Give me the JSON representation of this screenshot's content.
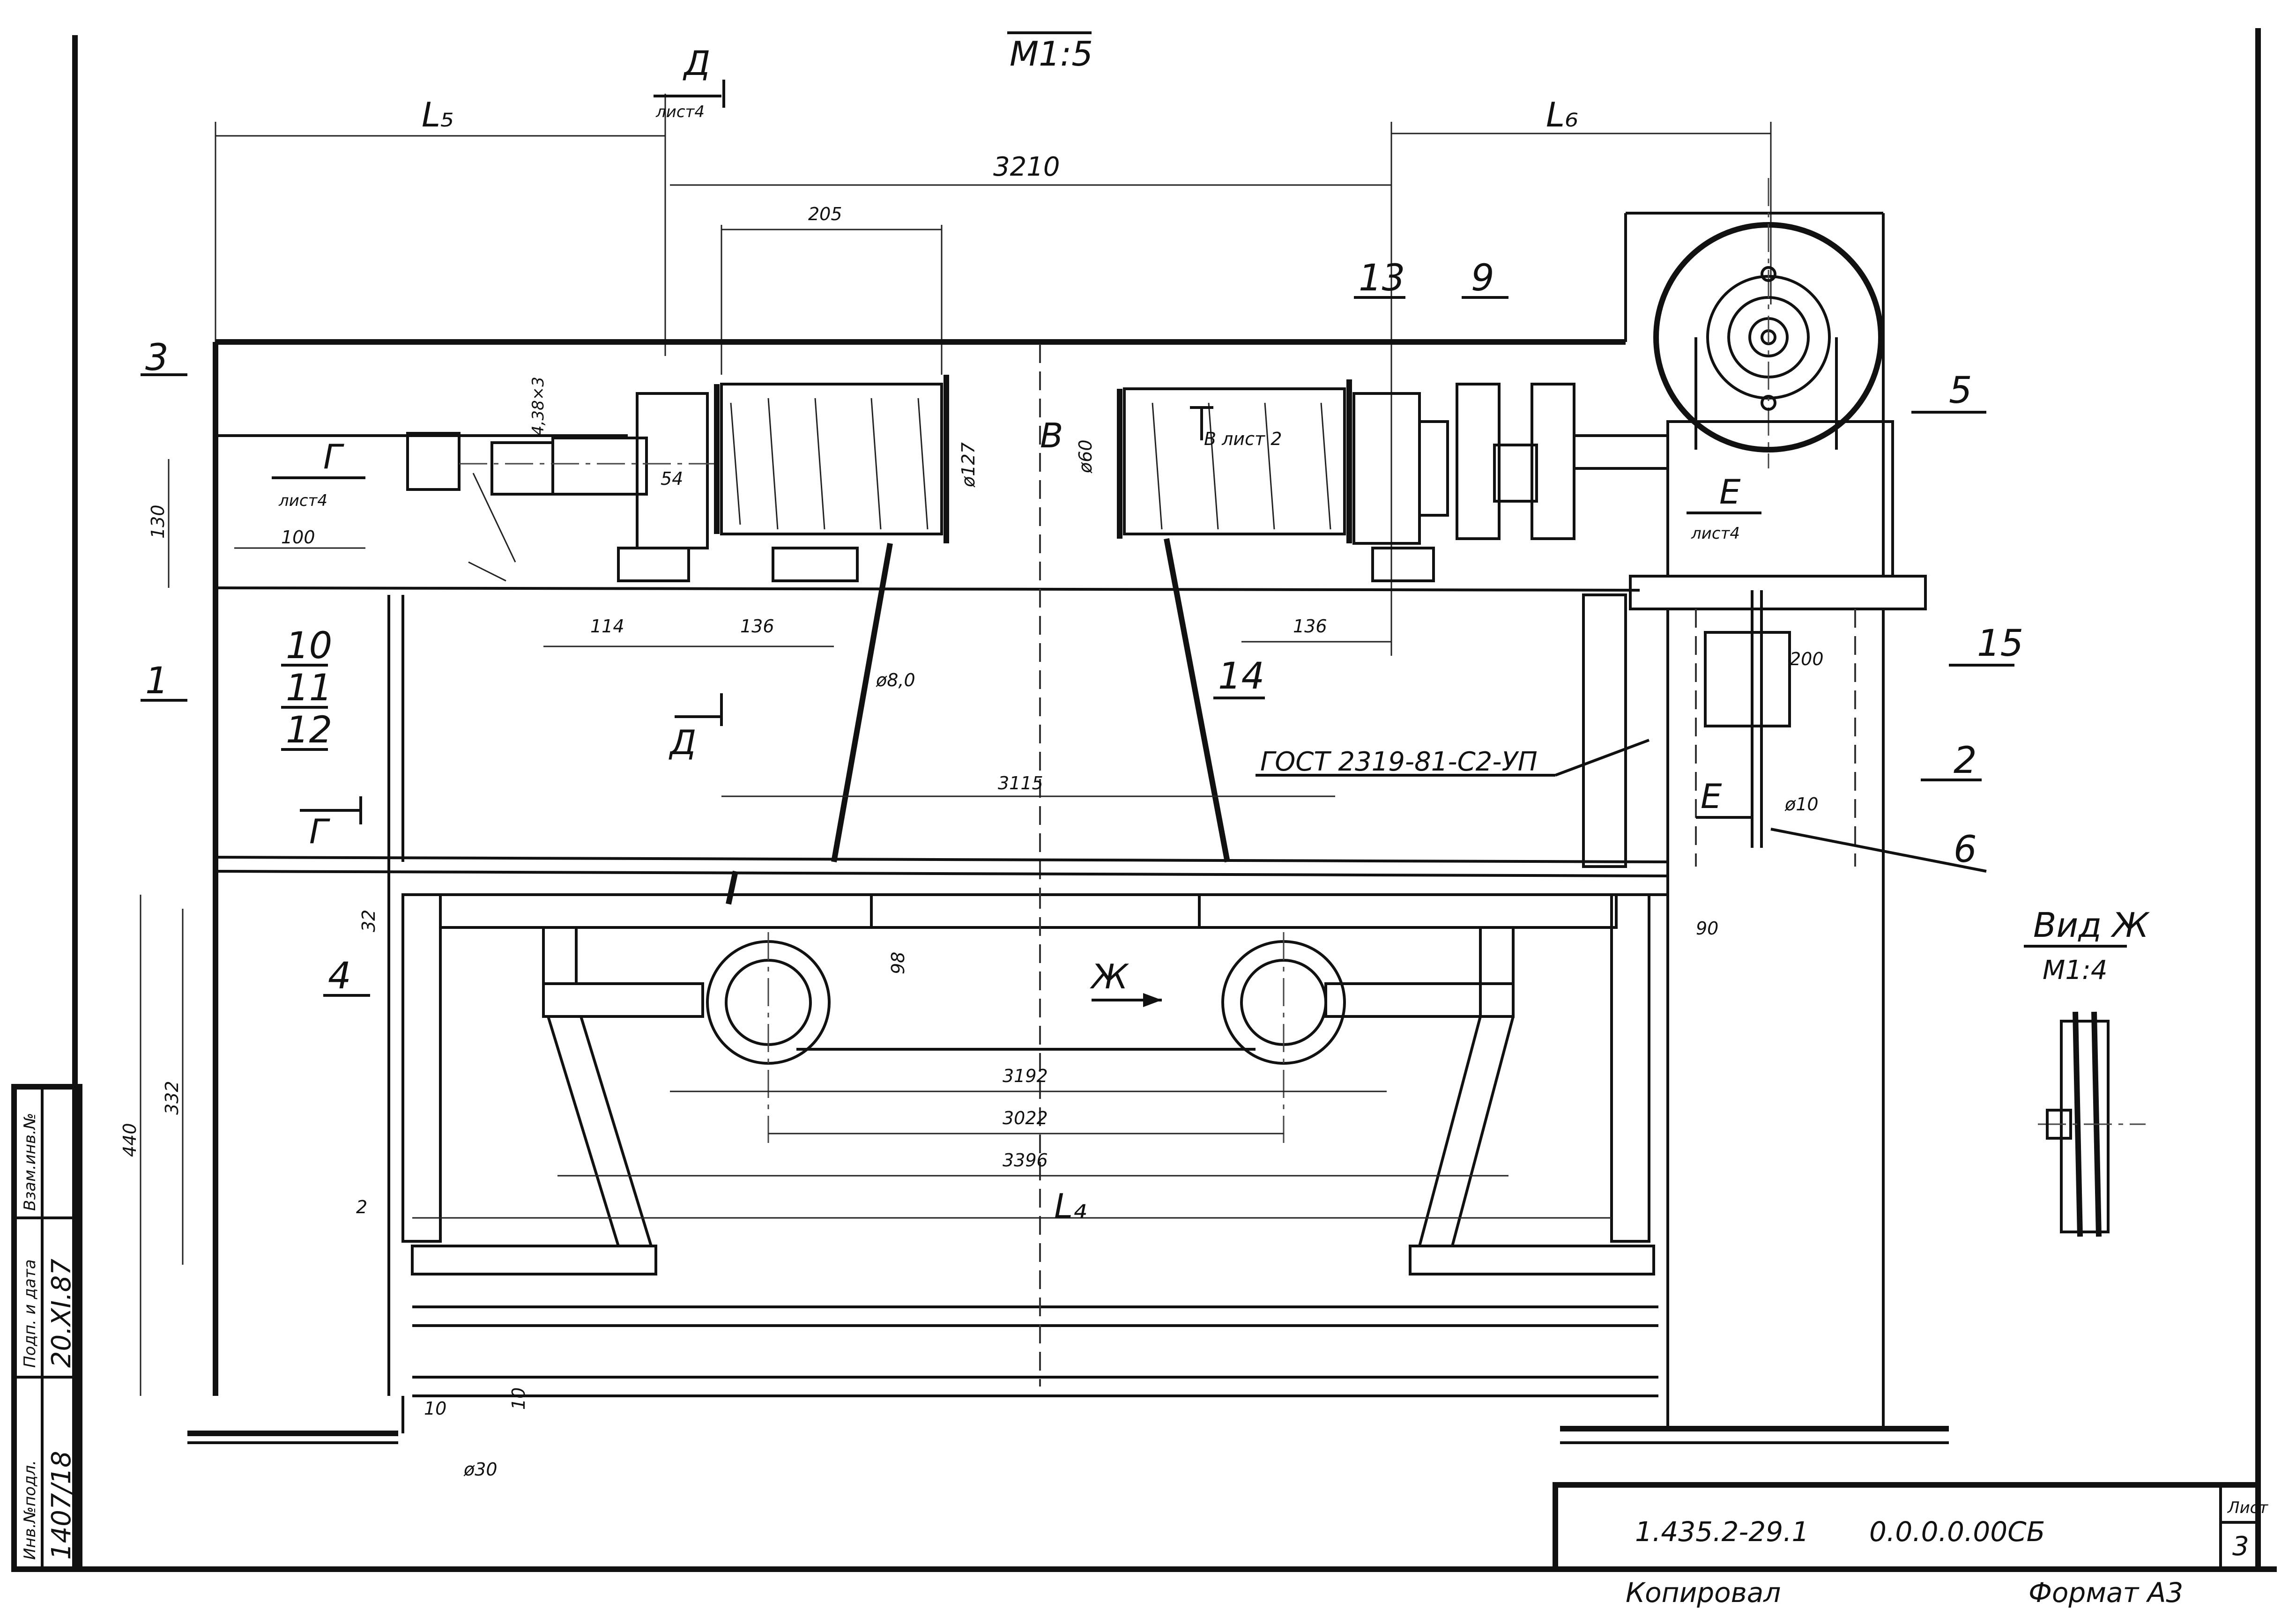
{
  "drawing": {
    "scale_main": "М1:5",
    "dims": {
      "L5": "L₅",
      "L6": "L₆",
      "L4": "L₄",
      "d3210": "3210",
      "d205": "205",
      "d100": "100",
      "d114": "114",
      "d136": "136",
      "d136b": "136",
      "d130": "130",
      "d4x8x3": "4,38×3",
      "d54": "54",
      "d127": "ø127",
      "d60": "ø60",
      "d80": "ø8,0",
      "d3115": "3115",
      "d3192": "3192",
      "d3022": "3022",
      "d3396": "3396",
      "d32": "32",
      "d98": "98",
      "d332": "332",
      "d440": "440",
      "d2": "2",
      "d10a": "10",
      "d10b": "10",
      "d30": "ø30",
      "d200": "200",
      "d90": "90",
      "d10c": "ø10"
    },
    "sections": {
      "D_top": "Д",
      "D_top_sheet": "лист4",
      "D_mid": "Д",
      "G_left": "Г",
      "G_sheet": "лист4",
      "G_low": "Г",
      "B_letter": "В",
      "B_sheet": "В лист 2",
      "E_top": "Е",
      "E_sheet": "лист4",
      "E_low": "Е",
      "Zh_arrow": "Ж"
    },
    "positions": [
      "1",
      "2",
      "3",
      "4",
      "5",
      "6",
      "9",
      "10",
      "11",
      "12",
      "13",
      "14",
      "15"
    ],
    "gost": "ГОСТ 2319-81-С2-УП",
    "view_zh": {
      "title": "Вид Ж",
      "scale": "М1:4"
    }
  },
  "side_stamp": {
    "inv_podl": "Инв.№подл.",
    "podp_data": "Подп. и дата",
    "vzam_inv": "Взам.инв.№",
    "inv_value": "1407/18",
    "date_value": "20.XI.87"
  },
  "title_block": {
    "designation": "1.435.2-29.1",
    "code": "0.0.0.0.00СБ",
    "sheet_label": "Лист",
    "sheet_number": "3"
  },
  "footer": {
    "copied": "Копировал",
    "format": "Формат А3"
  }
}
